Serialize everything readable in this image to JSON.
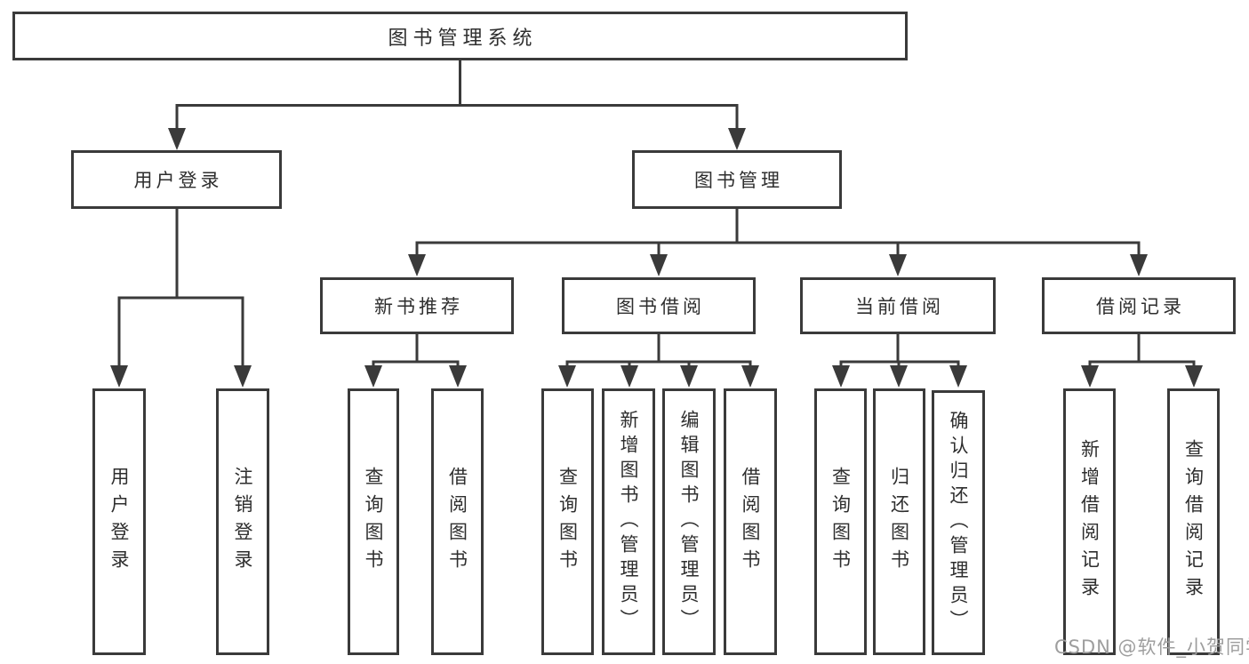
{
  "diagram": {
    "root": "图书管理系统",
    "level2": {
      "user_login": "用户登录",
      "book_management": "图书管理"
    },
    "level3": {
      "new_book_recommend": "新书推荐",
      "book_borrow": "图书借阅",
      "current_borrow": "当前借阅",
      "borrow_record": "借阅记录"
    },
    "leaves": {
      "user_login": "用户登录",
      "logout": "注销登录",
      "rec_query_book": "查询图书",
      "rec_borrow_book": "借阅图书",
      "bb_query_book": "查询图书",
      "bb_add_book": "新增图书（管理员）",
      "bb_edit_book": "编辑图书（管理员）",
      "bb_borrow_book": "借阅图书",
      "cb_query_book": "查询图书",
      "cb_return_book": "归还图书",
      "cb_confirm_return": "确认归还（管理员）",
      "br_add_record": "新增借阅记录",
      "br_query_record": "查询借阅记录"
    }
  },
  "watermark": "CSDN @软件_小贺同学",
  "colors": {
    "line": "#3a3a3a",
    "text": "#2e2e2e",
    "watermark": "#9e9e9e",
    "background": "#ffffff"
  }
}
